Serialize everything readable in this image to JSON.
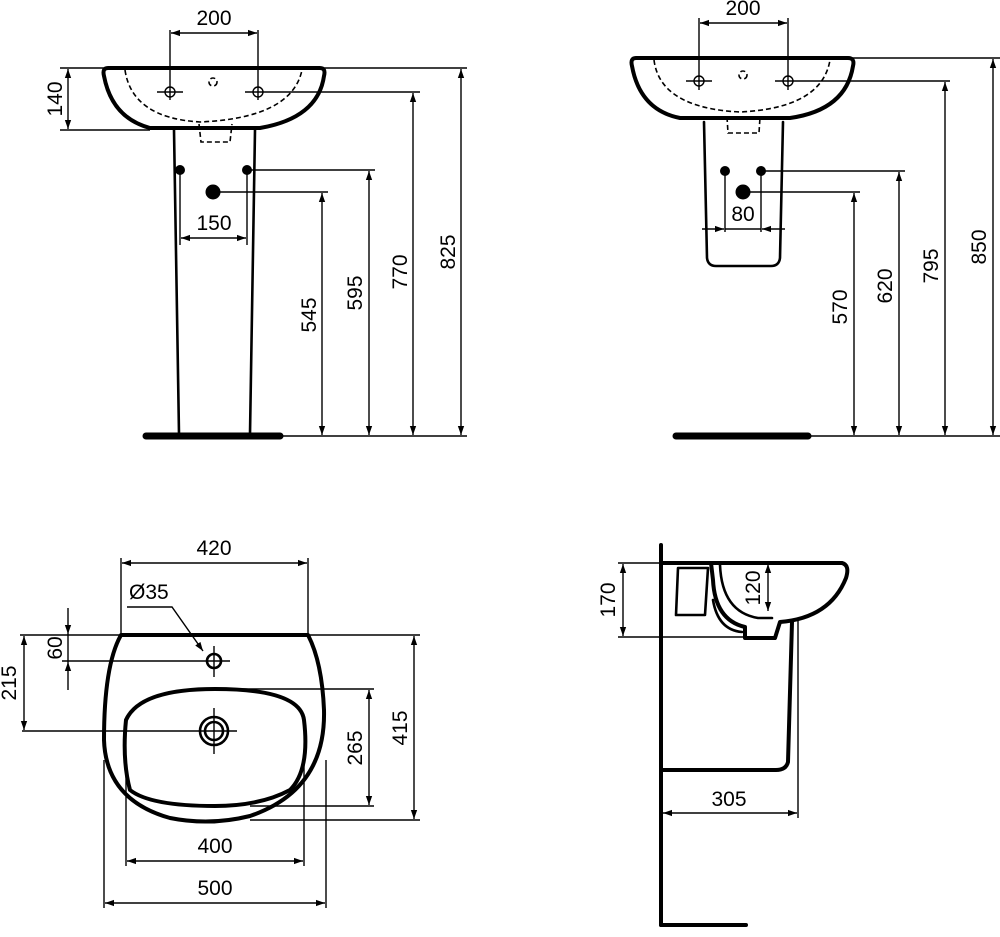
{
  "drawing": {
    "title": "Washbasin dimension drawing",
    "units": "mm",
    "views": {
      "front_full_pedestal": {
        "tap_hole_spacing": "200",
        "basin_depth": "140",
        "supply_spacing": "150",
        "waste_height": "545",
        "supply_height": "595",
        "tap_height": "770",
        "rim_height": "825"
      },
      "front_semi_pedestal": {
        "tap_hole_spacing": "200",
        "supply_spacing": "80",
        "waste_height": "570",
        "supply_height": "620",
        "tap_height": "795",
        "rim_height": "850"
      },
      "plan": {
        "back_width": "420",
        "tap_hole_diameter": "Ø35",
        "tap_hole_offset": "60",
        "waste_offset": "215",
        "bowl_depth": "265",
        "overall_depth": "415",
        "bowl_width": "400",
        "overall_width": "500"
      },
      "side": {
        "basin_height": "170",
        "bowl_depth": "120",
        "pedestal_projection": "305"
      }
    }
  }
}
